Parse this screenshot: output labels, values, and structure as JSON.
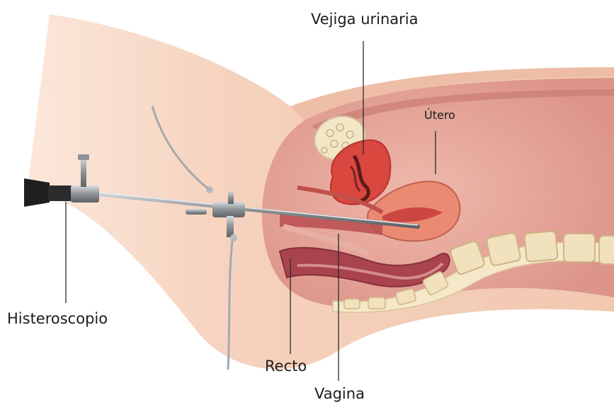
{
  "labels": {
    "bladder": "Vejiga urinaria",
    "uterus": "Útero",
    "hysteroscope": "Histeroscopio",
    "rectum": "Recto",
    "vagina": "Vagina"
  },
  "colors": {
    "skin": "#f4cdb6",
    "skin_dark": "#e6ad93",
    "pelvic_tissue": "#d98e86",
    "uterus": "#e9866f",
    "uterus_cavity": "#c73a3a",
    "bladder": "#d4403c",
    "rectum": "#a8404a",
    "bone": "#f1e4c2",
    "instrument": "#9ea3a8",
    "leader_line": "#2a2a2a"
  }
}
